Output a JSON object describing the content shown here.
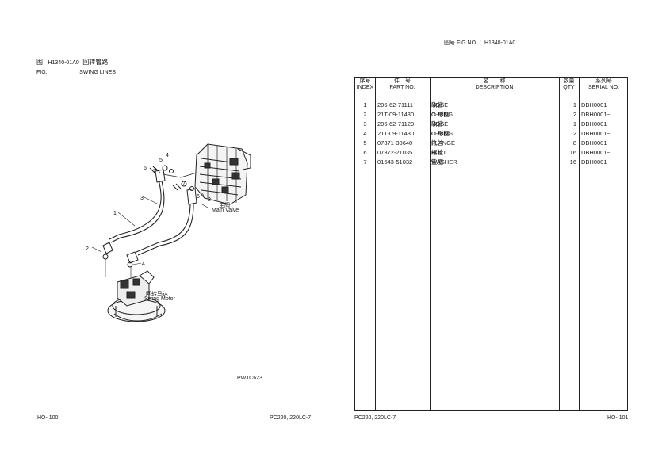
{
  "left_page": {
    "fig_prefix_zh": "图",
    "fig_prefix_en": "FIG.",
    "fig_code": "H1340-01A0",
    "fig_title_zh": "回转管路",
    "fig_title_en": "SWING LINES",
    "callouts": [
      "1",
      "2",
      "3",
      "4",
      "4",
      "5",
      "5",
      "6",
      "6",
      "7",
      "7",
      "2"
    ],
    "main_valve_zh": "主阀",
    "main_valve_en": "Main Valve",
    "swing_motor_zh": "回转马达",
    "swing_motor_en": "Swing Motor",
    "drawing_code": "PW1C623",
    "page_number": "HO- 100",
    "model": "PC220, 220LC-7"
  },
  "right_page": {
    "fig_no_label": "图号 FIG NO. ：H1340-01A0",
    "headers": {
      "index_zh": "序号",
      "index_en": "INDEX",
      "part_zh": "件　号",
      "part_en": "PART NO.",
      "desc_zh": "名　　称",
      "desc_en": "DESCRIPTION",
      "qty_zh": "数量",
      "qty_en": "QTY",
      "serial_zh": "系列号",
      "serial_en": "SERIAL NO."
    },
    "rows": [
      {
        "index": "1",
        "part_no": "206-62-71111",
        "name_zh": "软管",
        "name_en": "HOSE",
        "qty": "1",
        "serial": "DBH0001~"
      },
      {
        "index": "2",
        "part_no": "21T-09-11430",
        "name_zh": "O 形圈",
        "name_en": "O-RING",
        "qty": "2",
        "serial": "DBH0001~"
      },
      {
        "index": "3",
        "part_no": "206-62-71120",
        "name_zh": "软管",
        "name_en": "HOSE",
        "qty": "1",
        "serial": "DBH0001~"
      },
      {
        "index": "4",
        "part_no": "21T-09-11430",
        "name_zh": "O 形圈",
        "name_en": "O-RING",
        "qty": "2",
        "serial": "DBH0001~"
      },
      {
        "index": "5",
        "part_no": "07371-30640",
        "name_zh": "法兰",
        "name_en": "FLANGE",
        "qty": "8",
        "serial": "DBH0001~"
      },
      {
        "index": "6",
        "part_no": "07372-21035",
        "name_zh": "螺栓",
        "name_en": "BOLT",
        "qty": "16",
        "serial": "DBH0001~"
      },
      {
        "index": "7",
        "part_no": "01643-51032",
        "name_zh": "垫圈",
        "name_en": "WASHER",
        "qty": "16",
        "serial": "DBH0001~"
      }
    ],
    "model": "PC220, 220LC-7",
    "page_number": "HO- 101"
  }
}
